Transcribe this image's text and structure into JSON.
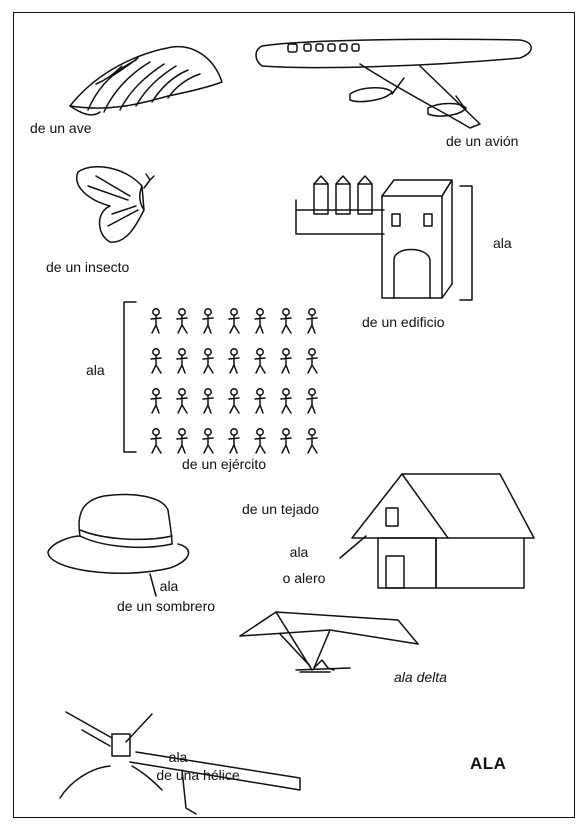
{
  "labels": {
    "bird": "de un ave",
    "plane": "de un avión",
    "insect": "de un insecto",
    "building_ala": "ala",
    "building": "de un edificio",
    "army_ala": "ala",
    "army": "de un ejército",
    "roof": "de un tejado",
    "roof_ala": "ala",
    "roof_alero": "o alero",
    "hat_ala": "ala",
    "hat": "de un sombrero",
    "hangglider": "ala delta",
    "propeller_ala": "ala",
    "propeller": "de una hélice",
    "title": "ALA"
  },
  "army_grid": {
    "rows": 4,
    "cols": 7
  }
}
